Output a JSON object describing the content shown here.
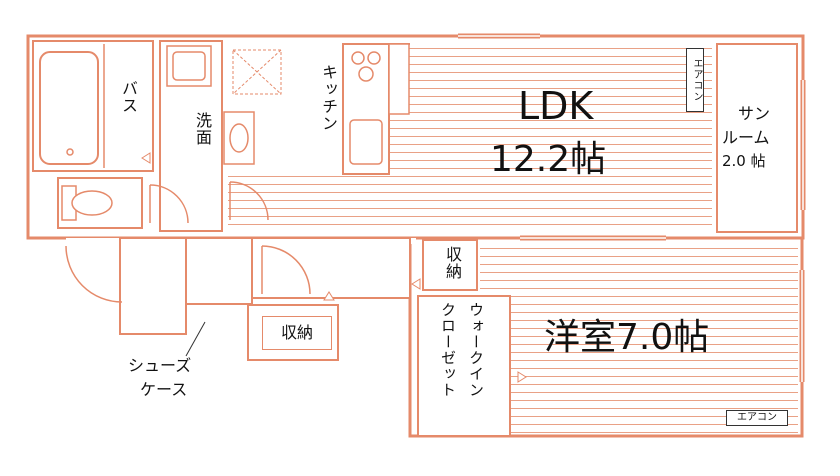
{
  "rooms": {
    "bath": "バス",
    "washroom": "洗面",
    "kitchen": "キッチン",
    "ldk_name": "LDK",
    "ldk_size": "12.2帖",
    "sunroom_name_1": "サン",
    "sunroom_name_2": "ルーム",
    "sunroom_size": "2.0 帖",
    "storage_top": "収納",
    "storage_bottom": "収納",
    "walkin_closet": "ウォークイン",
    "walkin_closet_2": "クローゼット",
    "western_room": "洋室7.0帖",
    "shoe_case_1": "シューズ",
    "shoe_case_2": "ケース",
    "aircon_top": "エアコン",
    "aircon_bottom": "エアコン"
  },
  "colors": {
    "wall": "#e58a6a",
    "floor_line": "#e9a186"
  }
}
